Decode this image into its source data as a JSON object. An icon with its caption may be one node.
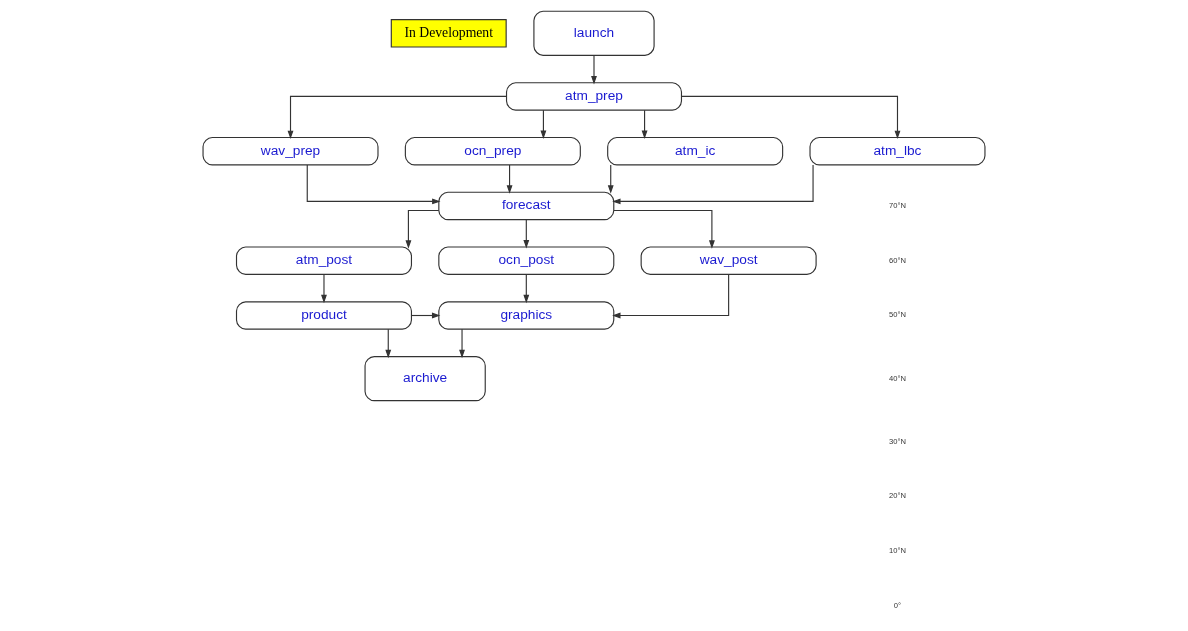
{
  "diagram": {
    "nodes": [
      {
        "text": [
          "In Development"
        ]
      },
      {
        "text": [
          "launch"
        ]
      },
      {
        "text": [
          "atm_prep"
        ]
      },
      {
        "text": [
          "wav_prep"
        ]
      },
      {
        "text": [
          "ocn_prep"
        ]
      },
      {
        "text": [
          "atm_ic"
        ]
      },
      {
        "text": [
          "atm_lbc"
        ]
      },
      {
        "text": [
          "forecast"
        ]
      },
      {
        "text": [
          "wav_post"
        ]
      },
      {
        "text": [
          "ocn_post"
        ]
      },
      {
        "text": [
          "atm_post"
        ]
      },
      {
        "text": [
          "graphics"
        ]
      },
      {
        "text": [
          "product"
        ]
      },
      {
        "text": [
          "archive"
        ]
      }
    ],
    "edges": [
      {
        "from": 1,
        "to": 2,
        "arrow": "to"
      },
      {
        "from": 2,
        "to": 3,
        "arrow": "to"
      },
      {
        "from": 2,
        "to": 4,
        "arrow": "to"
      },
      {
        "from": 2,
        "to": 5,
        "arrow": "to"
      },
      {
        "from": 2,
        "to": 6,
        "arrow": "to"
      },
      {
        "from": 3,
        "to": 7,
        "arrow": "to"
      },
      {
        "from": 4,
        "to": 7,
        "arrow": "to"
      },
      {
        "from": 5,
        "to": 7,
        "arrow": "to"
      },
      {
        "from": 6,
        "to": 7,
        "arrow": "to"
      },
      {
        "from": 7,
        "to": 8,
        "arrow": "to"
      },
      {
        "from": 7,
        "to": 9,
        "arrow": "to"
      },
      {
        "from": 7,
        "to": 10,
        "arrow": "to"
      },
      {
        "from": 8,
        "to": 11,
        "arrow": "to"
      },
      {
        "from": 9,
        "to": 11,
        "arrow": "to"
      },
      {
        "from": 10,
        "to": 12,
        "arrow": "to"
      },
      {
        "from": 12,
        "to": 11,
        "arrow": "to"
      },
      {
        "from": 12,
        "to": 13,
        "arrow": "to"
      },
      {
        "from": 11,
        "to": 13,
        "arrow": "to"
      }
    ],
    "labels": [
      "70°N",
      "60°N",
      "50°N",
      "40°N",
      "30°N",
      "20°N",
      "10°N",
      "0°"
    ]
  }
}
